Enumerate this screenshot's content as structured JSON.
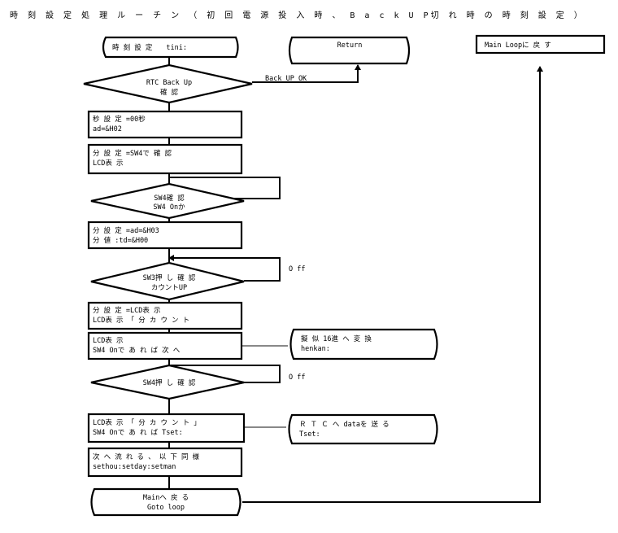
{
  "title": "時 刻 設 定 処 理 ル ー チ ン （ 初 回 電 源 投 入 時 、 B a c k  U P切 れ 時 の 時 刻 設 定 ）",
  "nodes": {
    "start": "時 刻 設 定　　tini:",
    "return": "Return",
    "main_loop": "Main Loopに 戻 す",
    "rtc_check": [
      "RTC Back Up",
      "確 認"
    ],
    "back_up_ok": "Back UP OK",
    "sec_set": [
      "秒 設 定 =00秒",
      "ad=&H02"
    ],
    "min_set_sw4": [
      "分 設 定 =SW4で 確 認",
      "LCD表 示"
    ],
    "sw4_check": [
      "SW4確 認",
      "SW4 Onか"
    ],
    "min_set_ad": [
      "分 設 定 =ad=&H03",
      "分 値 :td=&H00"
    ],
    "sw3_check": [
      "SW3押 し 確 認",
      "カウントUP"
    ],
    "off1": "O ff",
    "min_set_lcd": [
      "分 設 定 =LCD表 示",
      "LCD表 示 「 分 カ ウ ン ト"
    ],
    "lcd_sw4_next": [
      "LCD表 示",
      "SW4 Onで あ れ ば 次 へ"
    ],
    "henkan": [
      "擬 似 16進 へ 変 換",
      "henkan:"
    ],
    "sw4_press": "SW4押 し 確 認",
    "off2": "O ff",
    "lcd_tset": [
      "LCD表 示 「 分 カ ウ ン ト 」",
      "SW4 Onで あ れ ば Tset:"
    ],
    "rtc_send": [
      "Ｒ Ｔ Ｃ へ dataを 送 る",
      "Tset:"
    ],
    "next_flow": [
      "次 へ 流 れ る 、 以 下 同 様",
      "sethou:setday:setman"
    ],
    "goto_main": [
      "Mainへ 戻 る",
      "Goto loop"
    ]
  }
}
